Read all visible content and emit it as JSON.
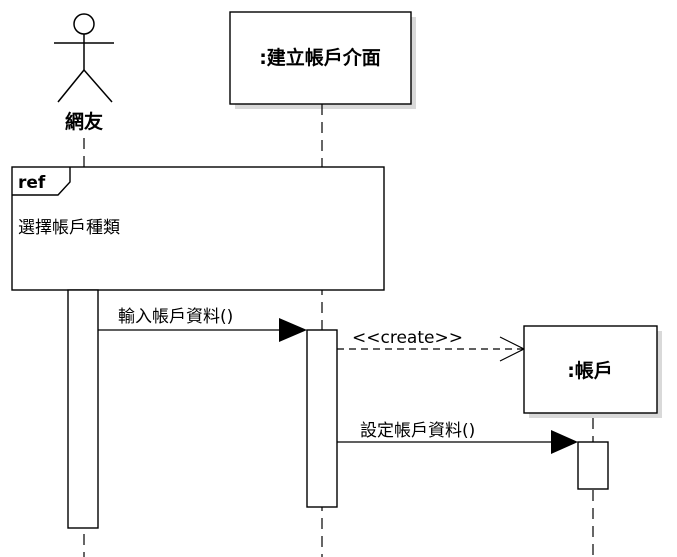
{
  "actor": {
    "name": "網友"
  },
  "lifelines": {
    "interface": {
      "name": ":建立帳戶介面"
    },
    "account": {
      "name": ":帳戶"
    }
  },
  "ref_frame": {
    "tag": "ref",
    "text": "選擇帳戶種類"
  },
  "messages": {
    "input": "輸入帳戶資料()",
    "create": "<<create>>",
    "set": "設定帳戶資料()"
  }
}
